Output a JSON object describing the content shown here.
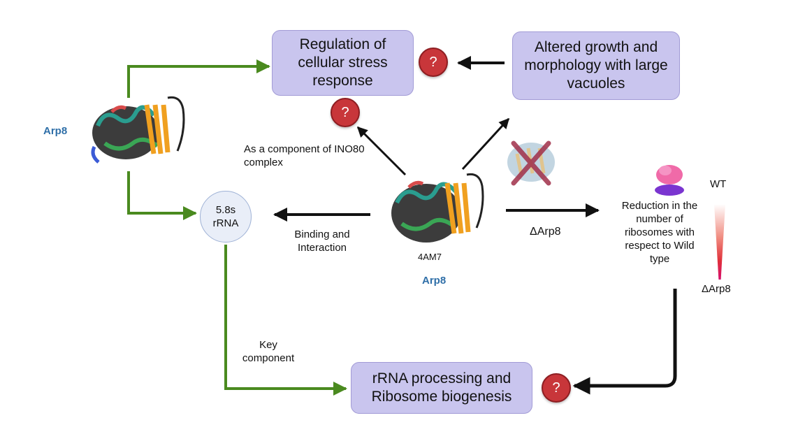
{
  "boxes": {
    "stress": "Regulation of cellular stress response",
    "growth": "Altered growth and morphology with large vacuoles",
    "rrna_processing": "rRNA processing and Ribosome biogenesis"
  },
  "rrna_circle": {
    "line1": "5.8s",
    "line2": "rRNA"
  },
  "question_mark": "?",
  "labels": {
    "arp8_left": "Arp8",
    "arp8_center": "Arp8",
    "pdb_id": "4AM7",
    "ino80": "As a component of INO80 complex",
    "binding": "Binding and Interaction",
    "key_component": "Key component",
    "delta_arrow": "ΔArp8",
    "reduction": "Reduction in the number of ribosomes with respect to Wild type",
    "wt": "WT",
    "delta_bottom": "ΔArp8"
  },
  "colors": {
    "box_fill": "#c9c5ee",
    "green_arrow": "#4a8a1f",
    "black_arrow": "#111111",
    "question_fill": "#c8363a",
    "arp8_text": "#2f6fa8"
  }
}
